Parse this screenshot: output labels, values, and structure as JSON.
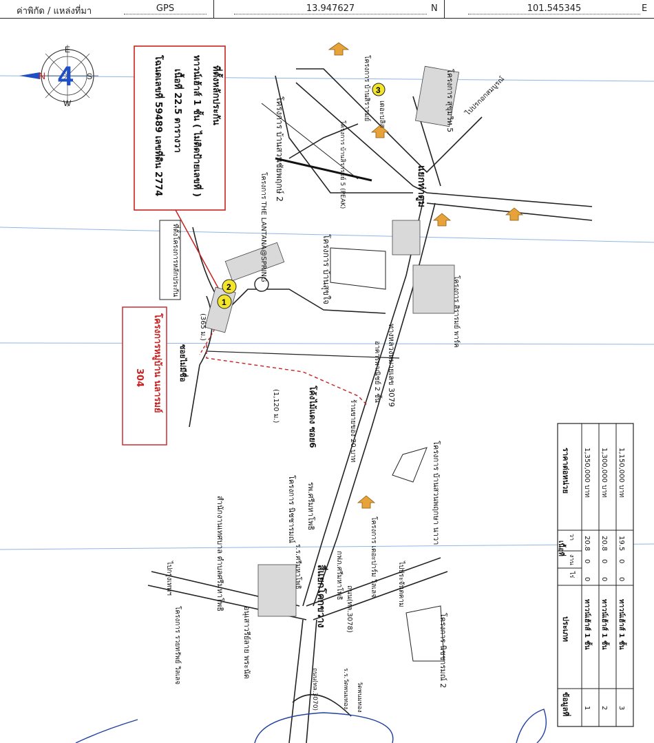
{
  "header": {
    "coord_label": "ค่าพิกัด / แหล่งที่มา",
    "coord_source": "GPS",
    "lat": "13.947627",
    "lat_suffix": "N",
    "lon": "101.545345",
    "lon_suffix": "E"
  },
  "compass": {
    "n": "N",
    "e": "E",
    "s": "S",
    "w": "W",
    "number": "4"
  },
  "callout_property": {
    "line1": "ที่ตั้งหลักประกัน",
    "line2": "ทาวน์เฮ้าส์ 1 ชั้น ( ไม่ติดป้ายเลขที่ )",
    "line3": "เนื้อที่ 22.5 ตารางวา",
    "line4": "โฉนดเลขที่ 59489 เลขที่ดิน 2774"
  },
  "callout_village": {
    "line1": "โครงการหมู่บ้าน นลารมย์",
    "line2": "304"
  },
  "small_box": {
    "text": "ที่ตั้งโครงการหลักประกัน"
  },
  "markers": [
    "1",
    "2",
    "3"
  ],
  "labels": {
    "lantana": "โครงการ THE LANTANA@SPRING",
    "suan_chaiyaphruek": "โครงการ บ้านสวนชัยพฤกษ์ 2",
    "ban_suk_jai": "โครงการ บ้านสุขใจ",
    "yaek_tha_toom": "แยกท่าตูม",
    "sukhumvit5": "โครงการ สุขุมวิท 5",
    "dee_baan_sirarom": "โครงการ บ้านสิรารมย์",
    "dekanlis": "เดอะบลิส",
    "peak": "โครงการ บ้านสิรารมย์ 5 (PEAK)",
    "to_prachin": "ไปปรกอกสมบูรณ์",
    "soi_mai_ruek": "ซอยไม่มีชื่อ",
    "dist_365": "(365 ม.)",
    "dist_1120": "(1,120 ม.)",
    "khong_mai_daeng": "โค้งไม้แดง ซอย6",
    "road_3079": "ทางหลวงหมายเลข 3079",
    "commercial": "อาคารพาณิชย์ 2 ชั้น",
    "shop_20": "ร้านขายของ 20 บาท",
    "sirarom_park": "โครงการ สิรารมย์ พาร์ค",
    "suan_phrueksa": "โครงการ บ้านสวนพฤกษา นาวา",
    "nitcharamon": "โครงการ นิชชารมณ์",
    "srimahapho_hosp": "รพ.ศรีมหาโพธิ",
    "school": "ร.ร.ศรีมหาโพธิ",
    "police": "กฟภ.ศรีมหาโพธิ",
    "dedprm": "โครงการ เดอะปาร์ม วิลเลจ",
    "tambon_office": "สำนักงานเทศบาล ตำบลศรีมหาโพธิ",
    "to_bangkok": "ไปกรุงเทพฯ",
    "yaek_khok_khwang": "สี่แยกโคกขวาง",
    "road_3078": "ถนน(ทล.3078)",
    "prachin_way": "ไปประจันตคาม",
    "monument": "อนุเสาวรีย์ลาย พระนัด",
    "ruay_sap": "โครงการ รวยทรัพย์ วิลเลจ",
    "nitcharamon2": "โครงการ นิชชารมณ์ 2",
    "road_3070": "ถนน(ทล.3070)",
    "wat": "วัดพนมทอง",
    "rr_wat": "ร.ร.วัดพนมทอง"
  },
  "price_table": {
    "headers": [
      "ข้อมูลที่",
      "ประเภท",
      "เนื้อที่",
      "ราคาต่อหน่วย"
    ],
    "subheaders": [
      "ไร่",
      "งาน",
      "วา"
    ],
    "rows": [
      {
        "no": "1",
        "type": "ทาวน์เฮ้าส์ 1 ชั้น",
        "rai": "0",
        "ngan": "0",
        "wa": "20.8",
        "price": "1,350,000 บาท"
      },
      {
        "no": "2",
        "type": "ทาวน์เฮ้าส์ 1 ชั้น",
        "rai": "0",
        "ngan": "0",
        "wa": "20.8",
        "price": "1,300,000 บาท"
      },
      {
        "no": "3",
        "type": "ทาวน์เฮ้าส์ 1 ชั้น",
        "rai": "0",
        "ngan": "0",
        "wa": "19.5",
        "price": "1,150,000 บาท"
      }
    ]
  },
  "colors": {
    "road": "#222222",
    "red": "#c82020",
    "marker": "#f2e52a",
    "blue": "#1f4fc4",
    "grid": "#8fb6e6"
  }
}
